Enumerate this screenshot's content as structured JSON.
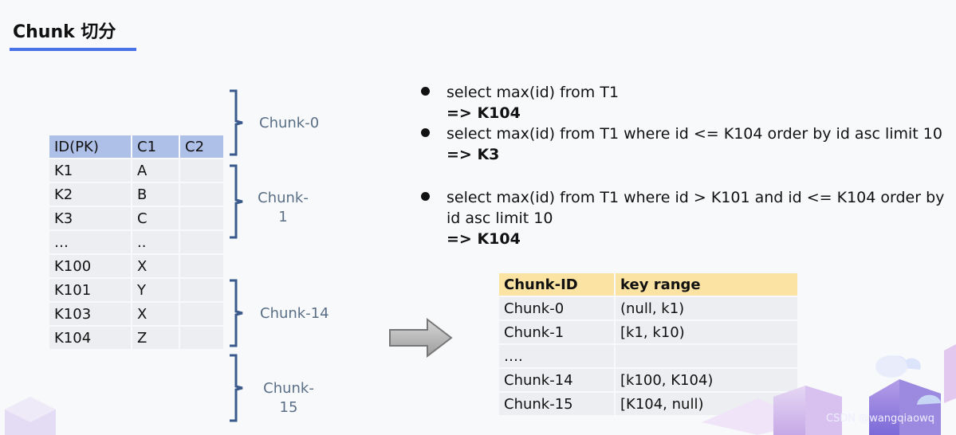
{
  "title": "Chunk 切分",
  "left_table": {
    "headers": [
      "ID(PK)",
      "C1",
      "C2"
    ],
    "rows": [
      [
        "K1",
        "A",
        ""
      ],
      [
        "K2",
        "B",
        ""
      ],
      [
        "K3",
        "C",
        ""
      ],
      [
        "…",
        "..",
        ""
      ],
      [
        "K100",
        "X",
        ""
      ],
      [
        "K101",
        "Y",
        ""
      ],
      [
        "K103",
        "X",
        ""
      ],
      [
        "K104",
        "Z",
        ""
      ]
    ]
  },
  "chunk_labels": {
    "chunk0": "Chunk-0",
    "chunk1_a": "Chunk-",
    "chunk1_b": "1",
    "chunk14": "Chunk-14",
    "chunk15_a": "Chunk-",
    "chunk15_b": "15"
  },
  "bullets": [
    {
      "query": "select max(id) from T1",
      "result": "=>  K104"
    },
    {
      "query": "select max(id) from T1 where id <= K104 order by id asc limit 10",
      "result": "=> K3"
    },
    {
      "query": "select max(id) from T1 where id > K101 and id <= K104 order by id asc limit 10",
      "result": "=> K104"
    }
  ],
  "right_table": {
    "headers": [
      "Chunk-ID",
      "key range"
    ],
    "rows": [
      [
        "Chunk-0",
        "(null, k1)"
      ],
      [
        "Chunk-1",
        "[k1, k10)"
      ],
      [
        "….",
        ""
      ],
      [
        "Chunk-14",
        "[k100, K104)"
      ],
      [
        "Chunk-15",
        "[K104, null)"
      ]
    ]
  },
  "watermark": "CSDN @wangqiaowq",
  "colors": {
    "accent_underline": "#4a72e8",
    "left_header": "#aec0e8",
    "right_header": "#fbe4a3",
    "brace": "#3a5a8c",
    "cell": "#eceef1"
  }
}
